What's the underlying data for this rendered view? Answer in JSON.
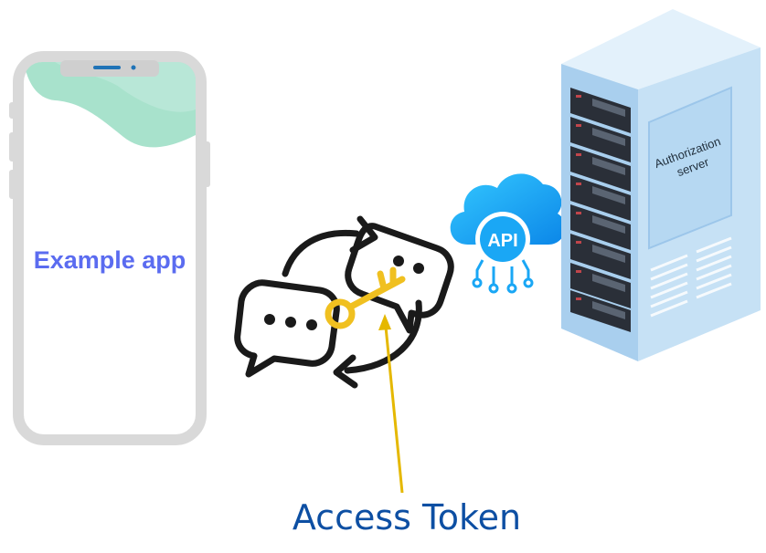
{
  "app": {
    "label": "Example app"
  },
  "server": {
    "label": "Authorization server"
  },
  "api": {
    "label": "API"
  },
  "token": {
    "label": "Access Token"
  },
  "colors": {
    "phone_frame": "#d9d9d9",
    "phone_accent": "#a8e2cc",
    "app_label": "#5b6cf0",
    "token_label": "#0d4fa3",
    "key": "#f0c020",
    "arrow": "#e5b800",
    "cloud": "#1aa7f5",
    "server_face": "#c6e1f5",
    "server_side": "#a9cfee"
  },
  "icons": [
    "phone-frame",
    "refresh-arrows-icon",
    "chat-bubble-icon",
    "key-icon",
    "api-cloud-icon",
    "server-rack-icon"
  ]
}
